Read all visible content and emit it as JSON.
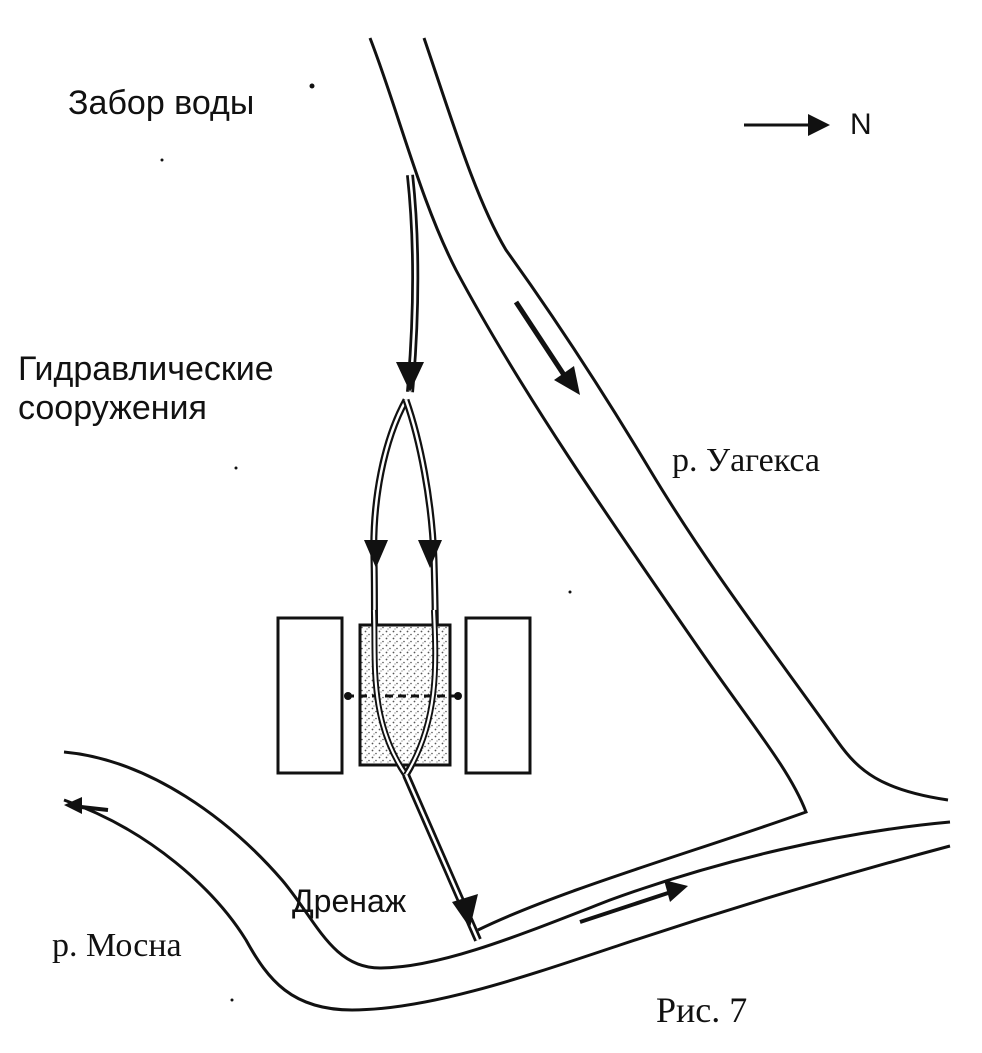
{
  "labels": {
    "water_intake": "Забор воды",
    "hydraulic_structures": "Гидравлические сооружения",
    "river_uagexa": "р. Уагекса",
    "drainage": "Дренаж",
    "river_mosna": "р. Мосна",
    "figure_caption": "Рис. 7",
    "north": "N"
  },
  "colors": {
    "ink": "#111111",
    "background": "#ffffff",
    "stipple": "#555555"
  },
  "icons": {
    "north": "north-arrow-icon",
    "flow": "flow-arrow-icon"
  }
}
